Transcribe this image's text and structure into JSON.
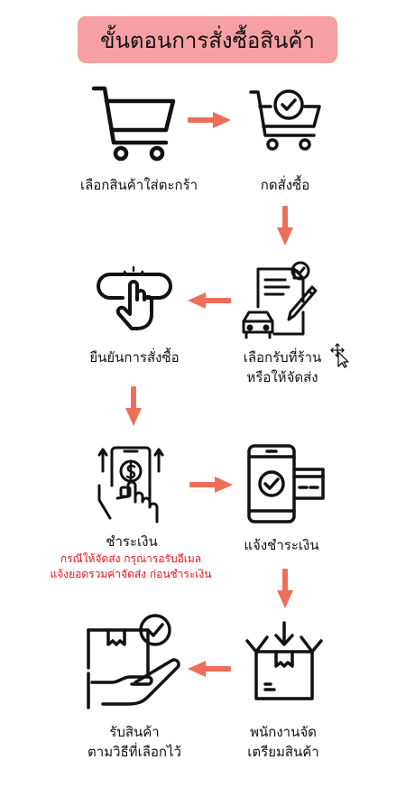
{
  "title": "ขั้นตอนการสั่งซื้อสินค้า",
  "colors": {
    "title_bg": "#f6a0a4",
    "arrow": "#ee6e5a",
    "note": "#e8141b",
    "ink": "#111111"
  },
  "steps": [
    {
      "label": "เลือกสินค้าใส่ตะกร้า",
      "icon": "shopping-cart-icon"
    },
    {
      "label": "กดสั่งซื้อ",
      "icon": "cart-check-icon"
    },
    {
      "label": "เลือกรับที่ร้าน",
      "label2": "หรือให้จัดส่ง",
      "icon": "delivery-form-icon"
    },
    {
      "label": "ยืนยันการสั่งซื้อ",
      "icon": "tap-button-icon"
    },
    {
      "label": "ชำระเงิน",
      "note1": "กรณีให้จัดส่ง กรุณารอรับอีเมล",
      "note2": "แจ้งยอดรวมค่าจัดส่ง ก่อนชำระเงิน",
      "icon": "mobile-payment-icon"
    },
    {
      "label": "แจ้งชำระเงิน",
      "icon": "phone-card-icon"
    },
    {
      "label": "พนักงานจัด",
      "label2": "เตรียมสินค้า",
      "icon": "package-box-icon"
    },
    {
      "label": "รับสินค้า",
      "label2": "ตามวิธีที่เลือกไว้",
      "icon": "hand-package-icon"
    }
  ]
}
